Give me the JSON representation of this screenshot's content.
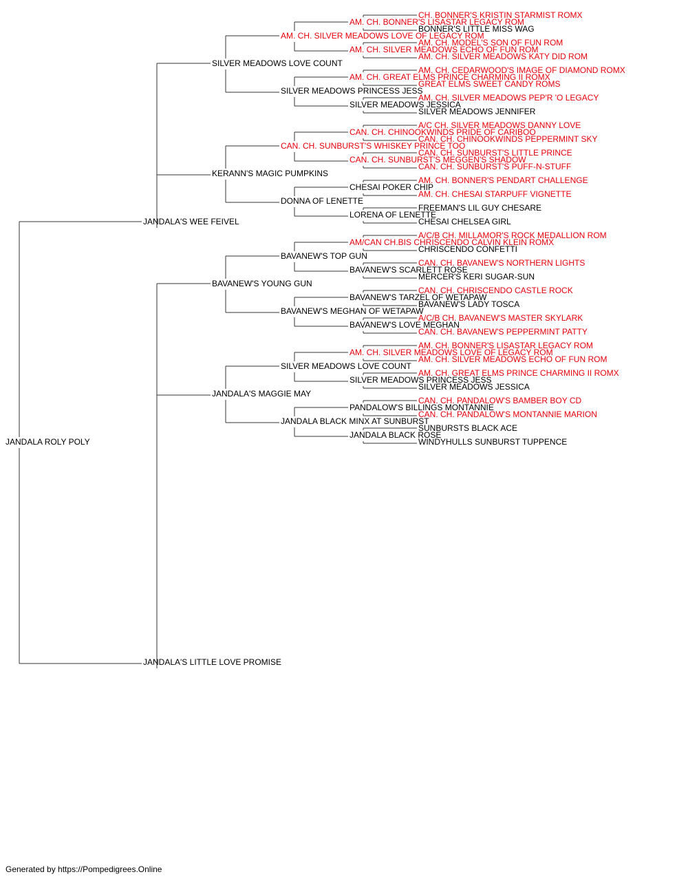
{
  "pedigree": {
    "name": "JANDALA ROLY POLY",
    "champion": false,
    "sire": {
      "name": "JANDALA'S WEE FEIVEL",
      "champion": false,
      "sire": {
        "name": "SILVER MEADOWS LOVE COUNT",
        "champion": false,
        "sire": {
          "name": "AM. CH. SILVER MEADOWS LOVE OF LEGACY ROM",
          "champion": true,
          "sire": {
            "name": "AM. CH. BONNER'S LISASTAR LEGACY ROM",
            "champion": true,
            "sire": {
              "name": "CH. BONNER'S KRISTIN STARMIST ROMX",
              "champion": true
            },
            "dam": {
              "name": "BONNER'S LITTLE MISS WAG",
              "champion": false
            }
          },
          "dam": {
            "name": "AM. CH. SILVER MEADOWS ECHO OF FUN ROM",
            "champion": true,
            "sire": {
              "name": "AM. CH. MODEL'S SON OF FUN ROM",
              "champion": true
            },
            "dam": {
              "name": "AM. CH. SILVER MEADOWS KATY DID ROM",
              "champion": true
            }
          }
        },
        "dam": {
          "name": "SILVER MEADOWS PRINCESS JESS",
          "champion": false,
          "sire": {
            "name": "AM. CH. GREAT ELMS PRINCE CHARMING II ROMX",
            "champion": true,
            "sire": {
              "name": "AM. CH. CEDARWOOD'S IMAGE OF DIAMOND ROMX",
              "champion": true
            },
            "dam": {
              "name": "GREAT ELMS SWEET CANDY ROMS",
              "champion": true
            }
          },
          "dam": {
            "name": "SILVER MEADOWS JESSICA",
            "champion": false,
            "sire": {
              "name": "AM. CH. SILVER MEADOWS PEP'R 'O LEGACY",
              "champion": true
            },
            "dam": {
              "name": "SILVER MEADOWS JENNIFER",
              "champion": false
            }
          }
        }
      },
      "dam": {
        "name": "KERANN'S MAGIC PUMPKINS",
        "champion": false,
        "sire": {
          "name": "CAN. CH. SUNBURST'S WHISKEY PRINCE TOO",
          "champion": true,
          "sire": {
            "name": "CAN. CH. CHINOOKWINDS PRIDE OF CARIBOO",
            "champion": true,
            "sire": {
              "name": "A/C CH. SILVER MEADOWS DANNY LOVE",
              "champion": true
            },
            "dam": {
              "name": "CAN. CH. CHINOOKWINDS PEPPERMINT SKY",
              "champion": true
            }
          },
          "dam": {
            "name": "CAN. CH. SUNBURST'S MEGGEN'S SHADOW",
            "champion": true,
            "sire": {
              "name": "CAN. CH. SUNBURST'S LITTLE PRINCE",
              "champion": true
            },
            "dam": {
              "name": "CAN. CH. SUNBURST'S PUFF-N-STUFF",
              "champion": true
            }
          }
        },
        "dam": {
          "name": "DONNA OF LENETTE",
          "champion": false,
          "sire": {
            "name": "CHESAI POKER CHIP",
            "champion": false,
            "sire": {
              "name": "AM. CH. BONNER'S PENDART CHALLENGE",
              "champion": true
            },
            "dam": {
              "name": "AM. CH. CHESAI STARPUFF VIGNETTE",
              "champion": true
            }
          },
          "dam": {
            "name": "LORENA OF LENETTE",
            "champion": false,
            "sire": {
              "name": "FREEMAN'S LIL GUY CHESARE",
              "champion": false
            },
            "dam": {
              "name": "CHESAI CHELSEA GIRL",
              "champion": false
            }
          }
        }
      }
    },
    "dam": {
      "name": "JANDALA'S LITTLE LOVE PROMISE",
      "champion": false,
      "sire": {
        "name": "BAVANEW'S YOUNG GUN",
        "champion": false,
        "sire": {
          "name": "BAVANEW'S TOP GUN",
          "champion": false,
          "sire": {
            "name": "AM/CAN CH.BIS CHRISCENDO CALVIN KLEIN ROMX",
            "champion": true,
            "sire": {
              "name": "A/C/B CH. MILLAMOR'S ROCK MEDALLION ROM",
              "champion": true
            },
            "dam": {
              "name": "CHRISCENDO CONFETTI",
              "champion": false
            }
          },
          "dam": {
            "name": "BAVANEW'S SCARLETT ROSE",
            "champion": false,
            "sire": {
              "name": "CAN. CH. BAVANEW'S NORTHERN LIGHTS",
              "champion": true
            },
            "dam": {
              "name": "MERCER'S KERI SUGAR-SUN",
              "champion": false
            }
          }
        },
        "dam": {
          "name": "BAVANEW'S MEGHAN OF WETAPAW",
          "champion": false,
          "sire": {
            "name": "BAVANEW'S TARZEL OF WETAPAW",
            "champion": false,
            "sire": {
              "name": "CAN. CH. CHRISCENDO CASTLE ROCK",
              "champion": true
            },
            "dam": {
              "name": "BAVANEW'S LADY TOSCA",
              "champion": false
            }
          },
          "dam": {
            "name": "BAVANEW'S LOVE MEGHAN",
            "champion": false,
            "sire": {
              "name": "A/C/B CH. BAVANEW'S MASTER SKYLARK",
              "champion": true
            },
            "dam": {
              "name": "CAN. CH. BAVANEW'S PEPPERMINT PATTY",
              "champion": true
            }
          }
        }
      },
      "dam": {
        "name": "JANDALA'S MAGGIE MAY",
        "champion": false,
        "sire": {
          "name": "SILVER MEADOWS LOVE COUNT",
          "champion": false,
          "sire": {
            "name": "AM. CH. SILVER MEADOWS LOVE OF LEGACY ROM",
            "champion": true,
            "sire": {
              "name": "AM. CH. BONNER'S LISASTAR LEGACY ROM",
              "champion": true
            },
            "dam": {
              "name": "AM. CH. SILVER MEADOWS ECHO OF FUN ROM",
              "champion": true
            }
          },
          "dam": {
            "name": "SILVER MEADOWS PRINCESS JESS",
            "champion": false,
            "sire": {
              "name": "AM. CH. GREAT ELMS PRINCE CHARMING II ROMX",
              "champion": true
            },
            "dam": {
              "name": "SILVER MEADOWS JESSICA",
              "champion": false
            }
          }
        },
        "dam": {
          "name": "JANDALA BLACK MINX AT SUNBURST",
          "champion": false,
          "sire": {
            "name": "PANDALOW'S BILLINGS MONTANNIE",
            "champion": false,
            "sire": {
              "name": "CAN. CH. PANDALOW'S BAMBER BOY CD",
              "champion": true
            },
            "dam": {
              "name": "CAN. CH. PANDALOW'S MONTANNIE MARION",
              "champion": true
            }
          },
          "dam": {
            "name": "JANDALA BLACK ROSE",
            "champion": false,
            "sire": {
              "name": "SUNBURSTS BLACK ACE",
              "champion": false
            },
            "dam": {
              "name": "WINDYHULLS SUNBURST TUPPENCE",
              "champion": false
            }
          }
        }
      }
    }
  },
  "footer": "Generated by https://Pompedigrees.Online",
  "colors": {
    "champion": "#e8000b",
    "normal": "#000000",
    "line": "#333333"
  }
}
